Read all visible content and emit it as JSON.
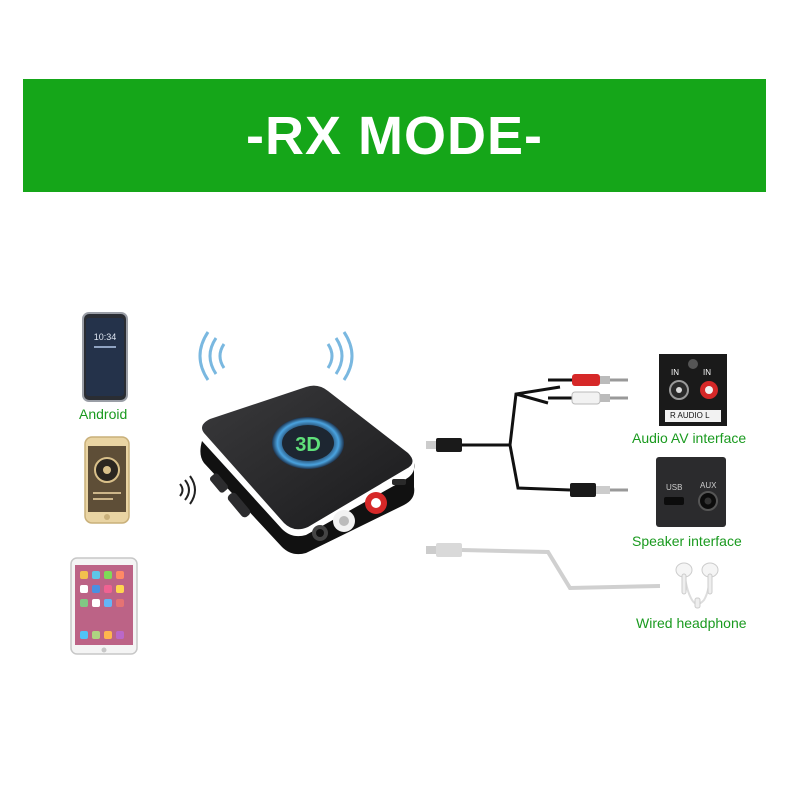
{
  "banner": {
    "title": "-RX MODE-",
    "color": "#15a619"
  },
  "sources": [
    {
      "label": "Android",
      "icon": "android-phone-icon"
    },
    {
      "label": "",
      "icon": "music-phone-icon"
    },
    {
      "label": "",
      "icon": "tablet-icon"
    }
  ],
  "receiver": {
    "display_text": "3D",
    "icon": "bluetooth-receiver-icon"
  },
  "outputs": [
    {
      "label": "Audio AV interface",
      "icon": "rca-av-interface-icon",
      "port_labels": {
        "in_left": "IN",
        "in_right": "IN",
        "bottom": "R AUDIO L"
      }
    },
    {
      "label": "Speaker interface",
      "icon": "speaker-interface-icon",
      "port_labels": {
        "usb": "USB",
        "aux": "AUX"
      }
    },
    {
      "label": "Wired headphone",
      "icon": "earphones-icon"
    }
  ],
  "colors": {
    "label_green": "#1a9a1f",
    "wave_blue": "#7ab8e0"
  }
}
